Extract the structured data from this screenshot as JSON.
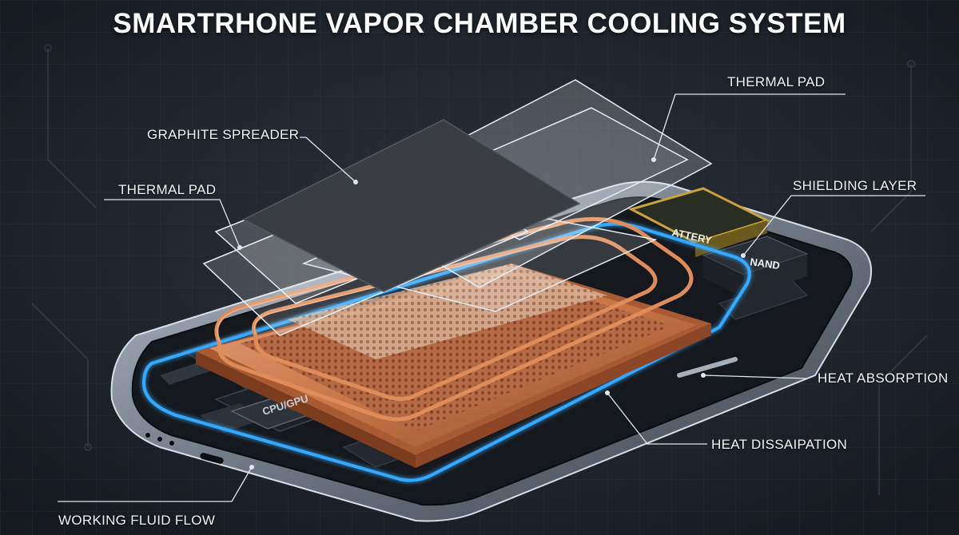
{
  "title": "SMARTRHONE VAPOR CHAMBER COOLING SYSTEM",
  "labels": {
    "thermal_pad_top": "THERMAL PAD",
    "graphite_spreader": "GRAPHITE SPREADER",
    "thermal_pad_left": "THERMAL PAD",
    "shielding_layer": "SHIELDING LAYER",
    "heat_absorption": "HEAT ABSORPTION",
    "heat_dissipation": "HEAT DISSAIPATION",
    "working_fluid_flow": "WORKING FLUID FLOW"
  },
  "chips": {
    "cpu": "CPU/GPU",
    "battery": "ATTERY",
    "nand": "NAND"
  },
  "colors": {
    "background": "#1e2329",
    "copper": "#c9774a",
    "fluid_flow": "#35a9ff",
    "graphite": "#3a3d41",
    "gold_frame": "#c8a43a"
  }
}
